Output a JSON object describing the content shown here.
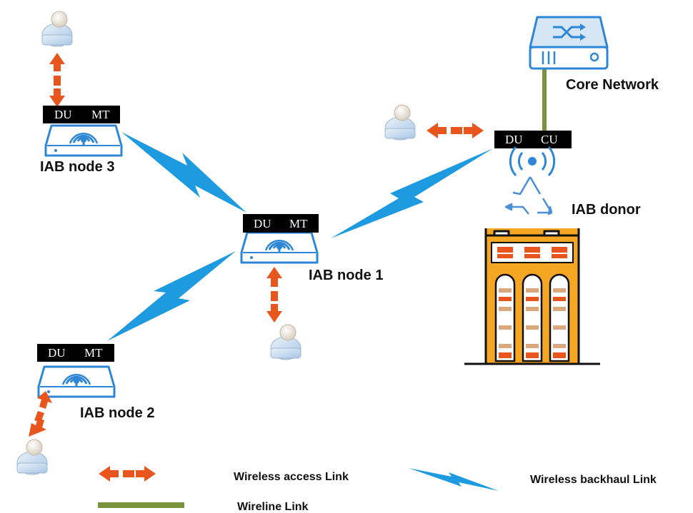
{
  "nodes": {
    "iab3": {
      "label": "IAB node 3",
      "left_tag": "DU",
      "right_tag": "MT"
    },
    "iab1": {
      "label": "IAB node 1",
      "left_tag": "DU",
      "right_tag": "MT"
    },
    "iab2": {
      "label": "IAB node 2",
      "left_tag": "DU",
      "right_tag": "MT"
    },
    "donor": {
      "label": "IAB donor",
      "left_tag": "DU",
      "right_tag": "CU"
    }
  },
  "core_network": {
    "label": "Core Network"
  },
  "legend": {
    "wireless_access": "Wireless access Link",
    "wireless_backhaul": "Wireless backhaul Link",
    "wireline": "Wireline Link"
  },
  "colors": {
    "access_arrow": "#E8561E",
    "backhaul_bolt": "#1E9BE0",
    "wireline": "#77933C",
    "device_blue": "#2E86D6",
    "building_orange": "#F5A623"
  }
}
